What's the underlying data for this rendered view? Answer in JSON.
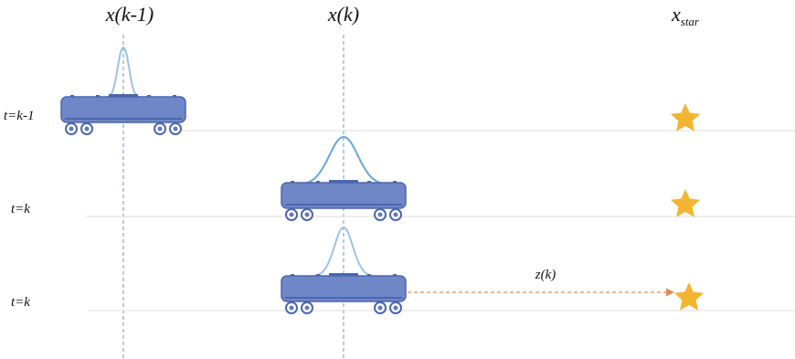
{
  "columns": {
    "x_prev": "x(k-1)",
    "x_curr": "x(k)",
    "x_star_base": "x",
    "x_star_sub": "star"
  },
  "rows": [
    {
      "label": "t=k-1"
    },
    {
      "label": "t=k"
    },
    {
      "label": "t=k"
    }
  ],
  "measurement": {
    "label": "z(k)"
  },
  "colors": {
    "car_body": "#6f87c6",
    "car_stroke": "#4b66ad",
    "wheel": "#5f79bd",
    "gaussian": "#7fb3dd",
    "dashed_guide": "#7fa9d6",
    "ground_line": "#e3e3e3",
    "star": "#f2b531",
    "measurement_arrow": "#e58a4e"
  },
  "icons": [
    "railcar-icon",
    "star-icon",
    "gaussian-curve"
  ]
}
